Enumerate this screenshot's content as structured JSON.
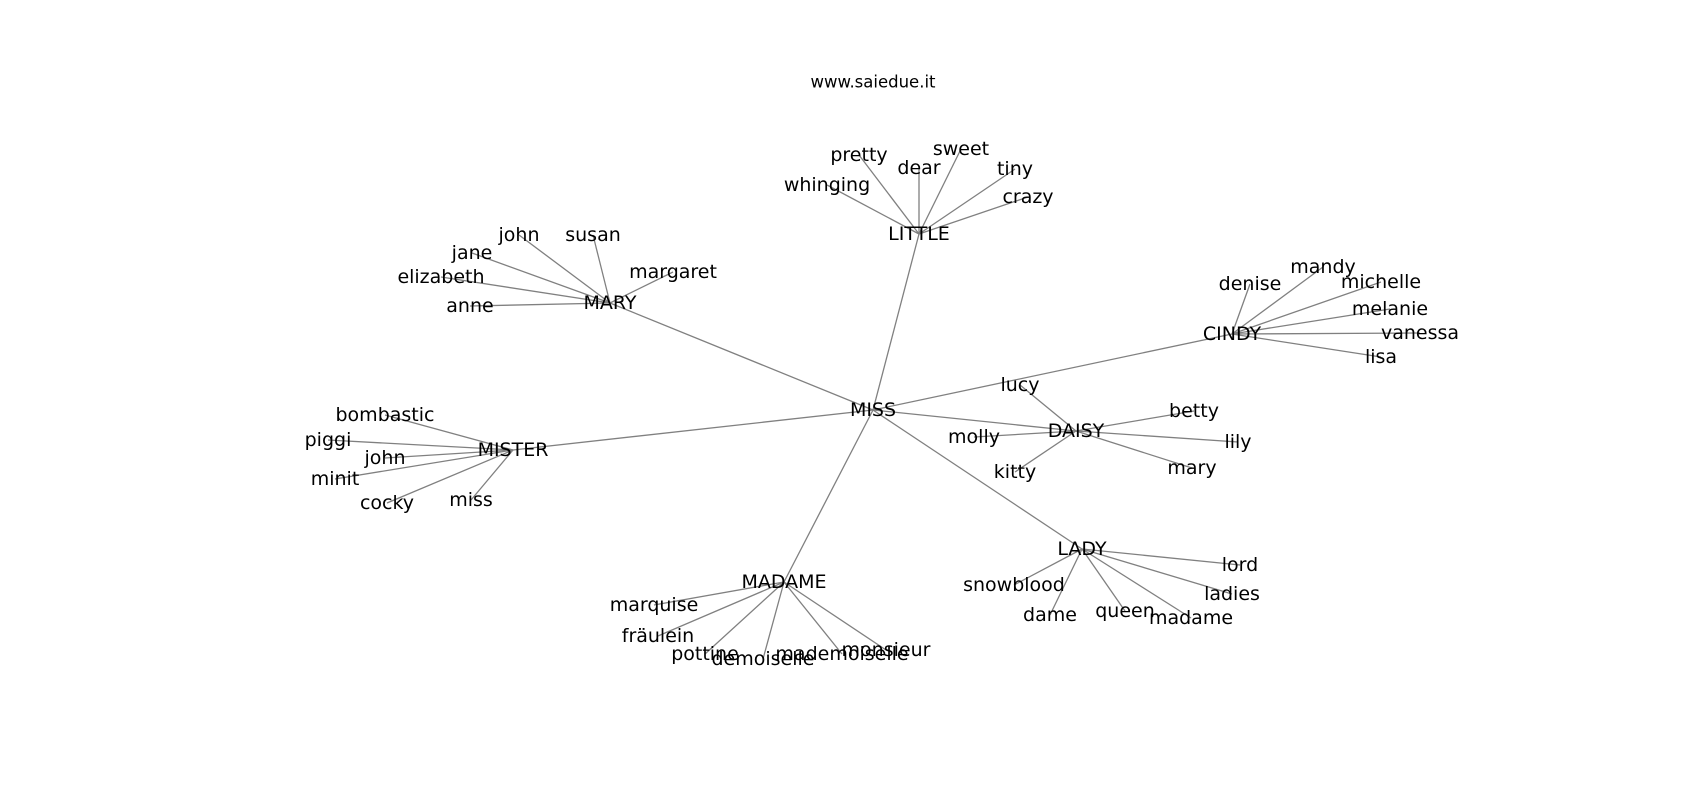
{
  "title": "www.saiedue.it",
  "graph": {
    "nodes": [
      {
        "id": "MISS",
        "label": "MISS"
      },
      {
        "id": "LITTLE",
        "label": "LITTLE"
      },
      {
        "id": "MARY",
        "label": "MARY"
      },
      {
        "id": "CINDY",
        "label": "CINDY"
      },
      {
        "id": "MISTER",
        "label": "MISTER"
      },
      {
        "id": "DAISY",
        "label": "DAISY"
      },
      {
        "id": "LADY",
        "label": "LADY"
      },
      {
        "id": "MADAME",
        "label": "MADAME"
      },
      {
        "id": "lucy",
        "label": "lucy"
      },
      {
        "id": "pretty",
        "label": "pretty"
      },
      {
        "id": "dear",
        "label": "dear"
      },
      {
        "id": "sweet",
        "label": "sweet"
      },
      {
        "id": "tiny",
        "label": "tiny"
      },
      {
        "id": "whinging",
        "label": "whinging"
      },
      {
        "id": "crazy",
        "label": "crazy"
      },
      {
        "id": "john_mary",
        "label": "john"
      },
      {
        "id": "susan",
        "label": "susan"
      },
      {
        "id": "jane",
        "label": "jane"
      },
      {
        "id": "margaret",
        "label": "margaret"
      },
      {
        "id": "elizabeth",
        "label": "elizabeth"
      },
      {
        "id": "anne",
        "label": "anne"
      },
      {
        "id": "denise",
        "label": "denise"
      },
      {
        "id": "mandy",
        "label": "mandy"
      },
      {
        "id": "michelle",
        "label": "michelle"
      },
      {
        "id": "melanie",
        "label": "melanie"
      },
      {
        "id": "vanessa",
        "label": "vanessa"
      },
      {
        "id": "lisa",
        "label": "lisa"
      },
      {
        "id": "bombastic",
        "label": "bombastic"
      },
      {
        "id": "piggi",
        "label": "piggi"
      },
      {
        "id": "john_mister",
        "label": "john"
      },
      {
        "id": "minit",
        "label": "minit"
      },
      {
        "id": "cocky",
        "label": "cocky"
      },
      {
        "id": "miss",
        "label": "miss"
      },
      {
        "id": "betty",
        "label": "betty"
      },
      {
        "id": "molly",
        "label": "molly"
      },
      {
        "id": "lily",
        "label": "lily"
      },
      {
        "id": "kitty",
        "label": "kitty"
      },
      {
        "id": "mary",
        "label": "mary"
      },
      {
        "id": "snowblood",
        "label": "snowblood"
      },
      {
        "id": "lord",
        "label": "lord"
      },
      {
        "id": "ladies",
        "label": "ladies"
      },
      {
        "id": "dame",
        "label": "dame"
      },
      {
        "id": "queen",
        "label": "queen"
      },
      {
        "id": "madame",
        "label": "madame"
      },
      {
        "id": "marquise",
        "label": "marquise"
      },
      {
        "id": "fraulein",
        "label": "fräulein"
      },
      {
        "id": "pottine",
        "label": "pottine"
      },
      {
        "id": "demoiselle",
        "label": "demoiselle"
      },
      {
        "id": "mademoiselle",
        "label": "mademoiselle"
      },
      {
        "id": "monsieur",
        "label": "monsieur"
      }
    ],
    "edges": [
      [
        "MISS",
        "LITTLE"
      ],
      [
        "MISS",
        "MARY"
      ],
      [
        "MISS",
        "CINDY"
      ],
      [
        "MISS",
        "MISTER"
      ],
      [
        "MISS",
        "DAISY"
      ],
      [
        "MISS",
        "LADY"
      ],
      [
        "MISS",
        "MADAME"
      ],
      [
        "LITTLE",
        "pretty"
      ],
      [
        "LITTLE",
        "dear"
      ],
      [
        "LITTLE",
        "sweet"
      ],
      [
        "LITTLE",
        "tiny"
      ],
      [
        "LITTLE",
        "whinging"
      ],
      [
        "LITTLE",
        "crazy"
      ],
      [
        "MARY",
        "john_mary"
      ],
      [
        "MARY",
        "susan"
      ],
      [
        "MARY",
        "jane"
      ],
      [
        "MARY",
        "margaret"
      ],
      [
        "MARY",
        "elizabeth"
      ],
      [
        "MARY",
        "anne"
      ],
      [
        "CINDY",
        "denise"
      ],
      [
        "CINDY",
        "mandy"
      ],
      [
        "CINDY",
        "michelle"
      ],
      [
        "CINDY",
        "melanie"
      ],
      [
        "CINDY",
        "vanessa"
      ],
      [
        "CINDY",
        "lisa"
      ],
      [
        "MISTER",
        "bombastic"
      ],
      [
        "MISTER",
        "piggi"
      ],
      [
        "MISTER",
        "john_mister"
      ],
      [
        "MISTER",
        "minit"
      ],
      [
        "MISTER",
        "cocky"
      ],
      [
        "MISTER",
        "miss"
      ],
      [
        "DAISY",
        "lucy"
      ],
      [
        "DAISY",
        "betty"
      ],
      [
        "DAISY",
        "molly"
      ],
      [
        "DAISY",
        "lily"
      ],
      [
        "DAISY",
        "kitty"
      ],
      [
        "DAISY",
        "mary"
      ],
      [
        "LADY",
        "snowblood"
      ],
      [
        "LADY",
        "lord"
      ],
      [
        "LADY",
        "ladies"
      ],
      [
        "LADY",
        "dame"
      ],
      [
        "LADY",
        "queen"
      ],
      [
        "LADY",
        "madame"
      ],
      [
        "MADAME",
        "marquise"
      ],
      [
        "MADAME",
        "fraulein"
      ],
      [
        "MADAME",
        "pottine"
      ],
      [
        "MADAME",
        "demoiselle"
      ],
      [
        "MADAME",
        "mademoiselle"
      ],
      [
        "MADAME",
        "monsieur"
      ]
    ]
  }
}
